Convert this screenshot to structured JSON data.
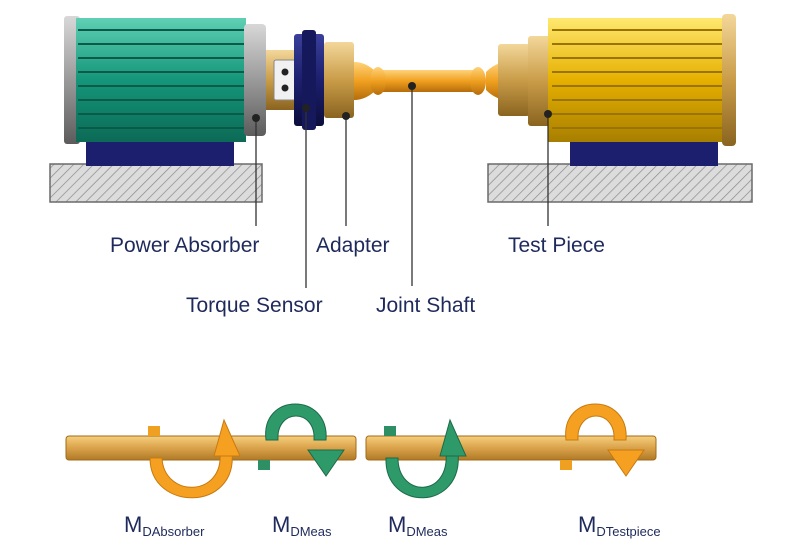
{
  "labels": {
    "power_absorber": "Power Absorber",
    "adapter": "Adapter",
    "test_piece": "Test Piece",
    "torque_sensor": "Torque Sensor",
    "joint_shaft": "Joint Shaft"
  },
  "moments": [
    {
      "symbol": "M",
      "subscript": "DAbsorber"
    },
    {
      "symbol": "M",
      "subscript": "DMeas"
    },
    {
      "symbol": "M",
      "subscript": "DMeas"
    },
    {
      "symbol": "M",
      "subscript": "DTestpiece"
    }
  ],
  "colors": {
    "absorber_motor": "#1a9a7e",
    "test_motor": "#e8b400",
    "sensor_ring": "#1c1f6e",
    "shaft": "#f0a020",
    "label_text": "#1f2a5c",
    "arrow_orange": "#f5a020",
    "arrow_green": "#2e8f64"
  }
}
